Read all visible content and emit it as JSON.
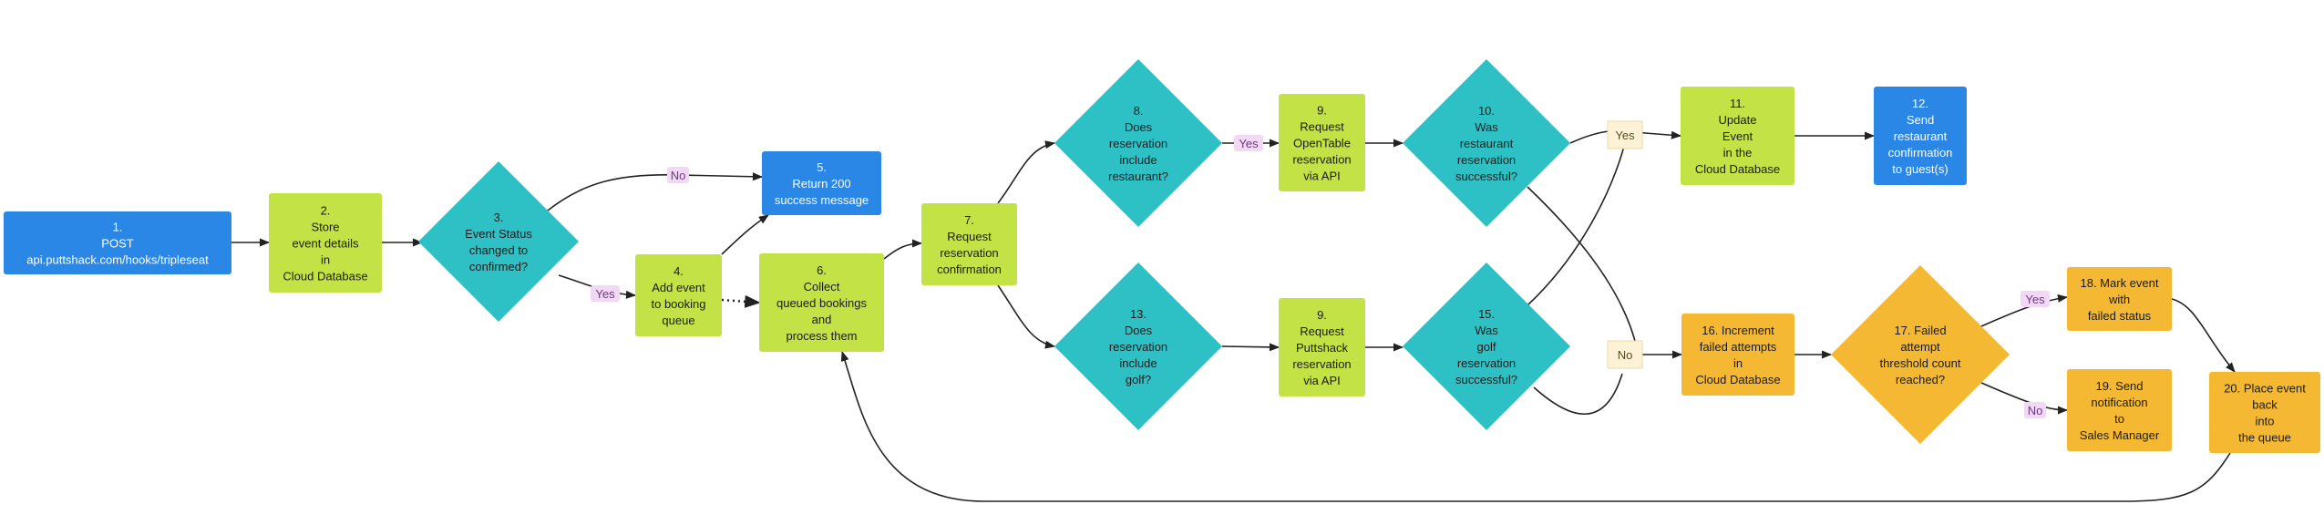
{
  "colors": {
    "blue": "#2b87e6",
    "green": "#c3e246",
    "teal": "#2dc1c5",
    "orange": "#f5b833",
    "edge": "#222222",
    "yes_label_bg": "#f1d8f5",
    "yes_label_text": "#6b3a7d",
    "box_label_bg": "#fdf2d6",
    "box_label_text": "#5a4a20"
  },
  "nodes": [
    {
      "id": "n1",
      "shape": "rect",
      "color": "blue",
      "lines": [
        "1.",
        "POST",
        "api.puttshack.com/hooks/tripleseat"
      ]
    },
    {
      "id": "n2",
      "shape": "rect",
      "color": "green",
      "lines": [
        "2.",
        "Store",
        "event details",
        "in",
        "Cloud Database"
      ]
    },
    {
      "id": "n3",
      "shape": "diamond",
      "color": "teal",
      "lines": [
        "3.",
        "Event Status",
        "changed to",
        "confirmed?"
      ]
    },
    {
      "id": "n4",
      "shape": "rect",
      "color": "green",
      "lines": [
        "4.",
        "Add event",
        "to booking",
        "queue"
      ]
    },
    {
      "id": "n5",
      "shape": "rect",
      "color": "blue",
      "lines": [
        "5.",
        "Return 200",
        "success message"
      ]
    },
    {
      "id": "n6",
      "shape": "rect",
      "color": "green",
      "lines": [
        "6.",
        "Collect",
        "queued bookings",
        "and",
        "process them"
      ]
    },
    {
      "id": "n7",
      "shape": "rect",
      "color": "green",
      "lines": [
        "7.",
        "Request",
        "reservation",
        "confirmation"
      ]
    },
    {
      "id": "n8",
      "shape": "diamond",
      "color": "teal",
      "lines": [
        "8.",
        "Does",
        "reservation",
        "include",
        "restaurant?"
      ]
    },
    {
      "id": "n9a",
      "shape": "rect",
      "color": "green",
      "lines": [
        "9.",
        "Request",
        "OpenTable",
        "reservation",
        "via API"
      ]
    },
    {
      "id": "n10",
      "shape": "diamond",
      "color": "teal",
      "lines": [
        "10.",
        "Was",
        "restaurant",
        "reservation",
        "successful?"
      ]
    },
    {
      "id": "n11",
      "shape": "rect",
      "color": "green",
      "lines": [
        "11.",
        "Update",
        "Event",
        "in the",
        "Cloud Database"
      ]
    },
    {
      "id": "n12",
      "shape": "rect",
      "color": "blue",
      "lines": [
        "12.",
        "Send",
        "restaurant",
        "confirmation",
        "to guest(s)"
      ]
    },
    {
      "id": "n13",
      "shape": "diamond",
      "color": "teal",
      "lines": [
        "13.",
        "Does",
        "reservation",
        "include",
        "golf?"
      ]
    },
    {
      "id": "n9b",
      "shape": "rect",
      "color": "green",
      "lines": [
        "9.",
        "Request",
        "Puttshack",
        "reservation",
        "via API"
      ]
    },
    {
      "id": "n15",
      "shape": "diamond",
      "color": "teal",
      "lines": [
        "15.",
        "Was",
        "golf",
        "reservation",
        "successful?"
      ]
    },
    {
      "id": "n16",
      "shape": "rect",
      "color": "orange",
      "lines": [
        "16. Increment",
        "failed attempts",
        "in",
        "Cloud Database"
      ]
    },
    {
      "id": "n17",
      "shape": "diamond",
      "color": "orange",
      "lines": [
        "17. Failed",
        "attempt",
        "threshold count",
        "reached?"
      ]
    },
    {
      "id": "n18",
      "shape": "rect",
      "color": "orange",
      "lines": [
        "18. Mark event",
        "with",
        "failed status"
      ]
    },
    {
      "id": "n19",
      "shape": "rect",
      "color": "orange",
      "lines": [
        "19. Send",
        "notification",
        "to",
        "Sales Manager"
      ]
    },
    {
      "id": "n20",
      "shape": "rect",
      "color": "orange",
      "lines": [
        "20. Place event",
        "back",
        "into",
        "the queue"
      ]
    }
  ],
  "edge_labels": {
    "no_top": "No",
    "yes_3": "Yes",
    "yes_8": "Yes",
    "yes_box": "Yes",
    "no_box": "No",
    "yes_17": "Yes",
    "no_17": "No"
  }
}
